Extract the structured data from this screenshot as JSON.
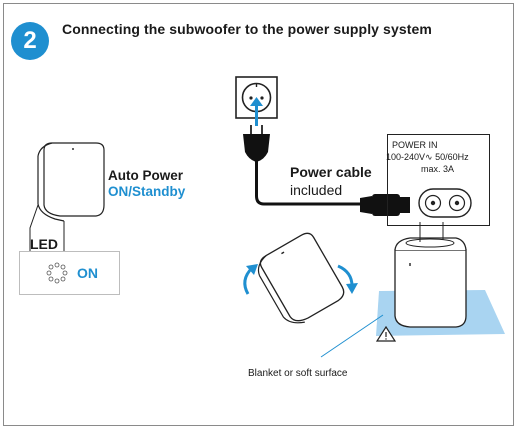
{
  "step": {
    "number": "2",
    "title": "Connecting the subwoofer to the power supply system"
  },
  "auto_power": {
    "line1": "Auto Power",
    "line2": "ON/Standby"
  },
  "led": {
    "title": "LED",
    "state": "ON"
  },
  "power_cable": {
    "line1": "Power cable",
    "line2": "included"
  },
  "power_in": {
    "line1": "POWER IN",
    "line2": "100-240V∿ 50/60Hz",
    "line3": "max. 3A"
  },
  "blanket": {
    "label": "Blanket or soft surface"
  },
  "colors": {
    "accent": "#1f8fd0",
    "blanket": "#a9d4f1"
  }
}
